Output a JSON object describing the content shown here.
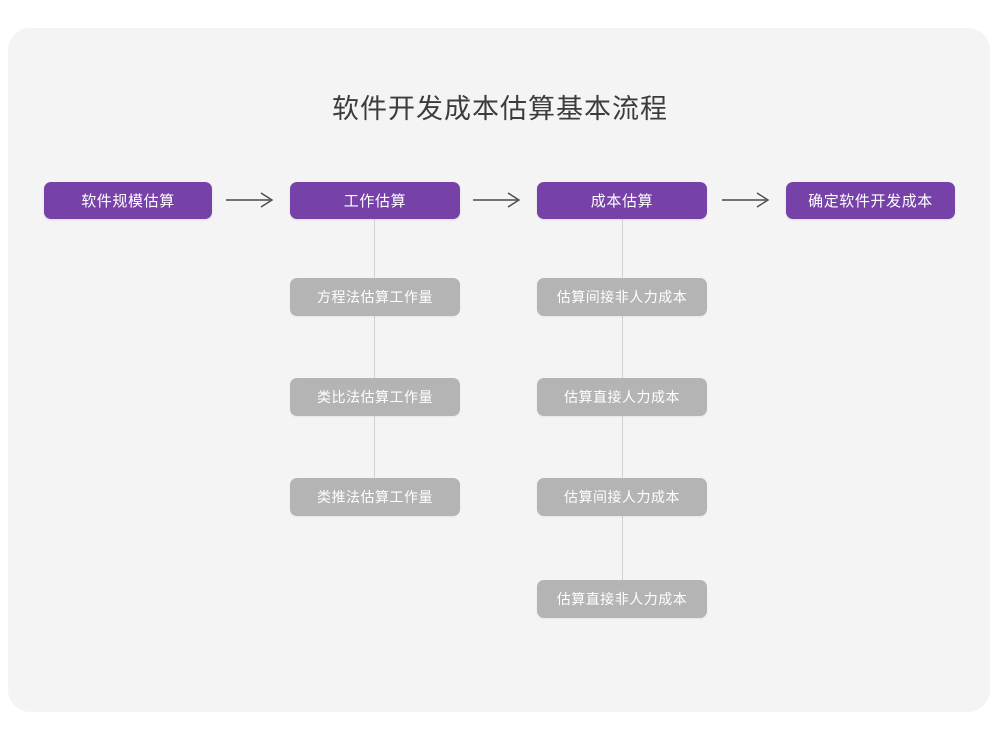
{
  "page": {
    "title": "软件开发成本估算基本流程",
    "background_color": "#ffffff",
    "card_color": "#f4f4f5"
  },
  "theme": {
    "primary_color": "#7642a8",
    "secondary_color": "#b4b4b4",
    "title_color": "#3c3c3c",
    "connector_color": "#d2d2d3",
    "arrow_color": "#4a4a4a",
    "node_text_color": "#ffffff"
  },
  "chart_data": {
    "type": "diagram",
    "title": "软件开发成本估算基本流程",
    "orientation": "left-to-right with vertical sub-branches",
    "main_flow": [
      {
        "id": "step1",
        "label": "软件规模估算",
        "sub_items": []
      },
      {
        "id": "step2",
        "label": "工作估算",
        "sub_items": [
          "方程法估算工作量",
          "类比法估算工作量",
          "类推法估算工作量"
        ]
      },
      {
        "id": "step3",
        "label": "成本估算",
        "sub_items": [
          "估算间接非人力成本",
          "估算直接人力成本",
          "估算间接人力成本",
          "估算直接非人力成本"
        ]
      },
      {
        "id": "step4",
        "label": "确定软件开发成本",
        "sub_items": []
      }
    ],
    "connector_arrows": [
      "软件规模估算 → 工作估算",
      "工作估算 → 成本估算",
      "成本估算 → 确定软件开发成本"
    ]
  },
  "flow": {
    "steps": [
      {
        "label": "软件规模估算"
      },
      {
        "label": "工作估算"
      },
      {
        "label": "成本估算"
      },
      {
        "label": "确定软件开发成本"
      }
    ],
    "branch_work": [
      {
        "label": "方程法估算工作量"
      },
      {
        "label": "类比法估算工作量"
      },
      {
        "label": "类推法估算工作量"
      }
    ],
    "branch_cost": [
      {
        "label": "估算间接非人力成本"
      },
      {
        "label": "估算直接人力成本"
      },
      {
        "label": "估算间接人力成本"
      },
      {
        "label": "估算直接非人力成本"
      }
    ],
    "arrows": [
      {
        "name": "arrow-1"
      },
      {
        "name": "arrow-2"
      },
      {
        "name": "arrow-3"
      }
    ]
  }
}
